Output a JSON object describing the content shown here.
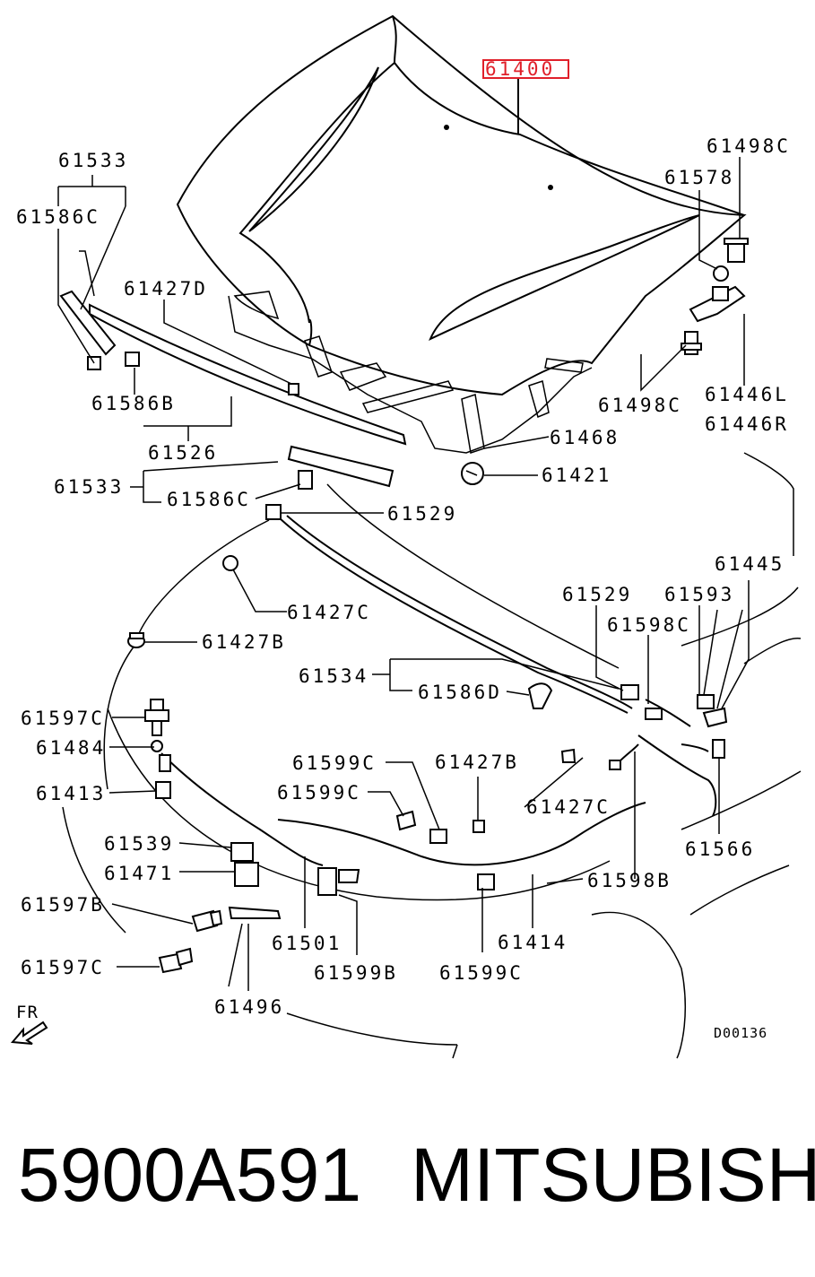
{
  "diagram": {
    "callouts": {
      "c61400": "61400",
      "c61533a": "61533",
      "c61586Ca": "61586C",
      "c61498Ca": "61498C",
      "c61578": "61578",
      "c61427D": "61427D",
      "c61586B": "61586B",
      "c61526": "61526",
      "c61498Cb": "61498C",
      "c61446L": "61446L",
      "c61446R": "61446R",
      "c61468": "61468",
      "c61533b": "61533",
      "c61586Cb": "61586C",
      "c61421": "61421",
      "c61529a": "61529",
      "c61445": "61445",
      "c61427Ca": "61427C",
      "c61529b": "61529",
      "c61593": "61593",
      "c61427Ba": "61427B",
      "c61598C": "61598C",
      "c61534": "61534",
      "c61586D": "61586D",
      "c61597Ca": "61597C",
      "c61484": "61484",
      "c61599Ca": "61599C",
      "c61427Bb": "61427B",
      "c61413": "61413",
      "c61599Cb": "61599C",
      "c61427Cb": "61427C",
      "c61566": "61566",
      "c61539": "61539",
      "c61471": "61471",
      "c61598B": "61598B",
      "c61597B": "61597B",
      "c61501": "61501",
      "c61414": "61414",
      "c61597Cb": "61597C",
      "c61599B": "61599B",
      "c61599Cc": "61599C",
      "c61496": "61496",
      "fr": "FR",
      "ref": "D00136"
    },
    "highlight_color": "#e0202a"
  },
  "footer": {
    "part_number": "5900A591",
    "brand": "MITSUBISHI"
  }
}
